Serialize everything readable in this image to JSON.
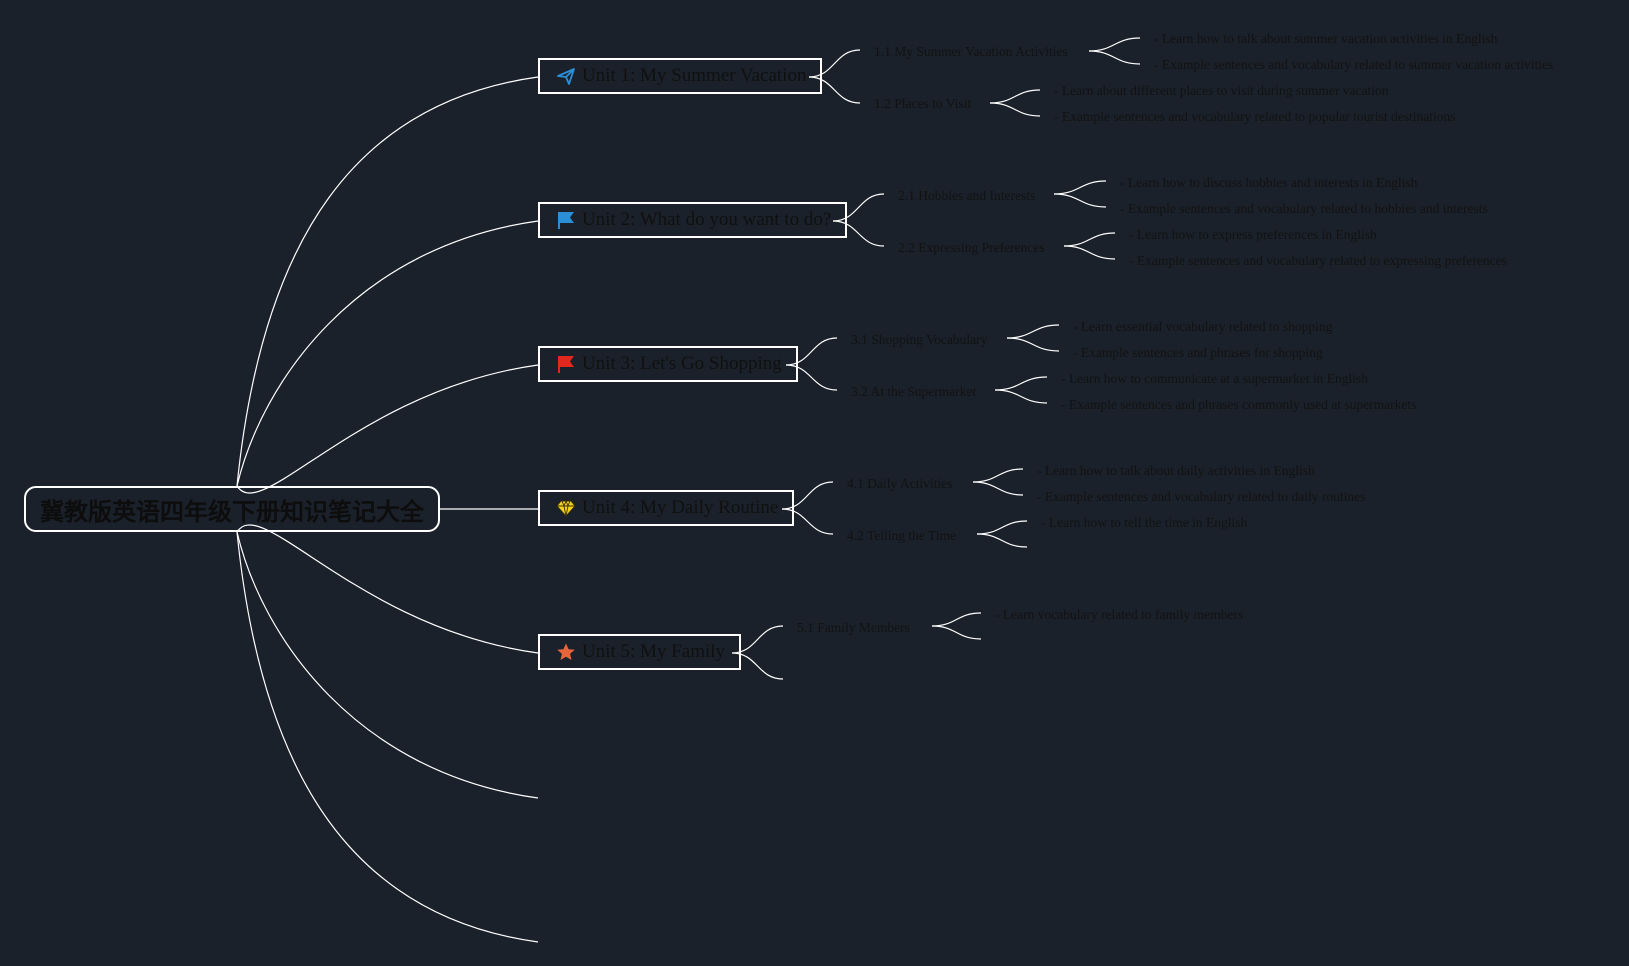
{
  "root": {
    "title": "冀教版英语四年级下册知识笔记大全"
  },
  "colors": {
    "background": "#1b212a",
    "line": "#ffffff",
    "text": "#101010"
  },
  "units": [
    {
      "label": "Unit 1: My Summer Vacation",
      "icon": "paper-plane-icon",
      "subs": [
        {
          "label": "1.1 My Summer Vacation Activities",
          "leaves": [
            "- Learn how to talk about summer vacation activities in English",
            "- Example sentences and vocabulary related to summer vacation activities"
          ]
        },
        {
          "label": "1.2 Places to Visit",
          "leaves": [
            "- Learn about different places to visit during summer vacation",
            "- Example sentences and vocabulary related to popular tourist destinations"
          ]
        }
      ]
    },
    {
      "label": "Unit 2: What do you want to do?",
      "icon": "blue-flag-icon",
      "subs": [
        {
          "label": "2.1 Hobbies and Interests",
          "leaves": [
            "- Learn how to discuss hobbies and interests in English",
            "- Example sentences and vocabulary related to hobbies and interests"
          ]
        },
        {
          "label": "2.2 Expressing Preferences",
          "leaves": [
            "- Learn how to express preferences in English",
            "- Example sentences and vocabulary related to expressing preferences"
          ]
        }
      ]
    },
    {
      "label": "Unit 3: Let's Go Shopping",
      "icon": "red-flag-icon",
      "subs": [
        {
          "label": "3.1 Shopping Vocabulary",
          "leaves": [
            "- Learn essential vocabulary related to shopping",
            "- Example sentences and phrases for shopping"
          ]
        },
        {
          "label": "3.2 At the Supermarket",
          "leaves": [
            "- Learn how to communicate at a supermarket in English",
            "- Example sentences and phrases commonly used at supermarkets"
          ]
        }
      ]
    },
    {
      "label": "Unit 4: My Daily Routine",
      "icon": "diamond-icon",
      "subs": [
        {
          "label": "4.1 Daily Activities",
          "leaves": [
            "- Learn how to talk about daily activities in English",
            "- Example sentences and vocabulary related to daily routines"
          ]
        },
        {
          "label": "4.2 Telling the Time",
          "leaves": [
            "- Learn how to tell the time in English"
          ]
        }
      ]
    },
    {
      "label": "Unit 5: My Family",
      "icon": "star-icon",
      "subs": [
        {
          "label": "5.1 Family Members",
          "leaves": [
            "- Learn vocabulary related to family members"
          ]
        }
      ]
    }
  ]
}
